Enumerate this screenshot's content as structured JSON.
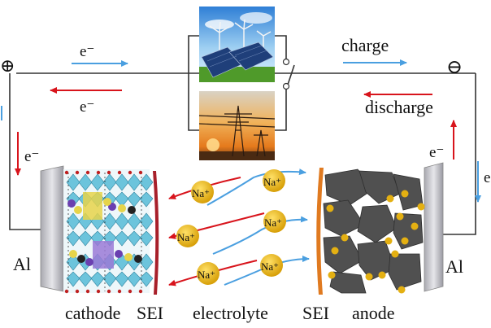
{
  "labels": {
    "electron": "e⁻",
    "charge": "charge",
    "discharge": "discharge",
    "cathode": "cathode",
    "sei_left": "SEI",
    "electrolyte": "electrolyte",
    "sei_right": "SEI",
    "anode": "anode",
    "al_left": "Al",
    "al_right": "Al",
    "sodium_ion": "Na⁺",
    "positive_terminal": "⊕",
    "negative_terminal": "⊖"
  },
  "colors": {
    "charge_arrow": "#4a9fe0",
    "discharge_arrow": "#d8141c",
    "sodium_ion": "#e4b012",
    "cathode_polyhedra": "#6cc4dc",
    "anode_flakes": "#505050",
    "sei_left": "#a8202a",
    "sei_right": "#e07a20",
    "current_collector": "#c8c8cc"
  },
  "icons": {
    "solar_wind_image": "solar-wind-farm-photo",
    "power_grid_image": "power-tower-sunset-photo",
    "switch": "circuit-switch-icon"
  }
}
